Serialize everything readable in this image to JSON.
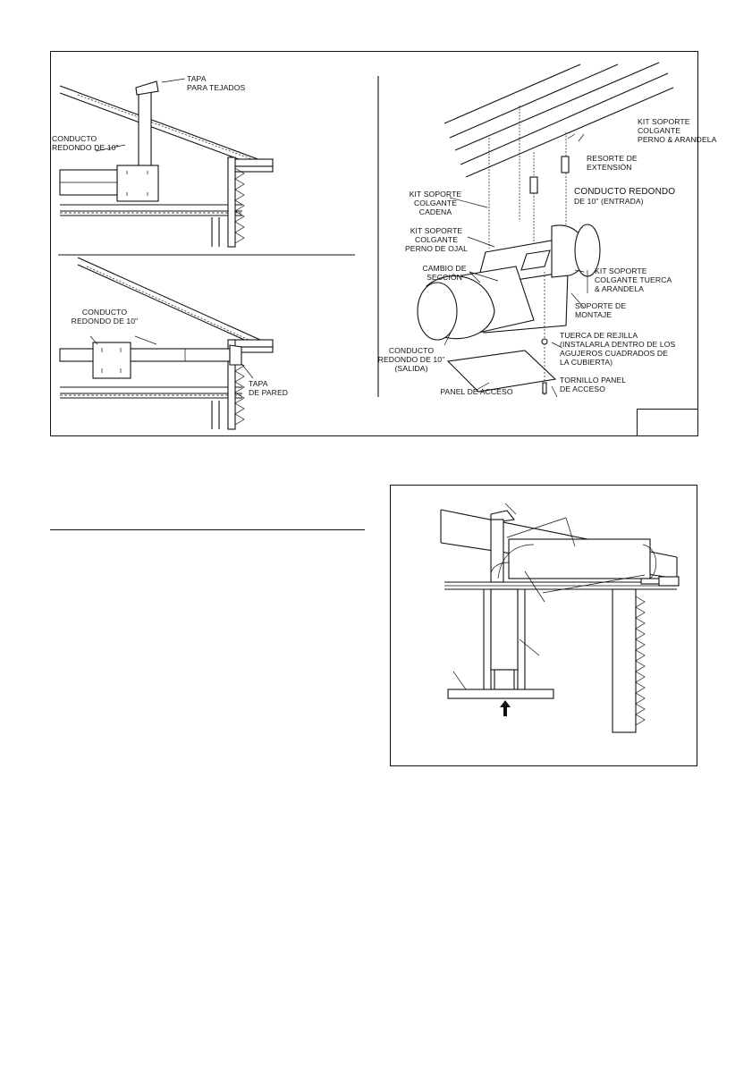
{
  "figure_top": {
    "roof_cap_label": [
      "TAPA",
      "PARA TEJADOS"
    ],
    "duct_label_top": [
      "CONDUCTO",
      "REDONDO DE 10\""
    ],
    "duct_label_bottom": [
      "CONDUCTO",
      "REDONDO DE 10\""
    ],
    "wall_cap_label": [
      "TAPA",
      "DE PARED"
    ],
    "hanger_bolt_washer": [
      "KIT SOPORTE",
      "COLGANTE",
      "PERNO & ARANDELA"
    ],
    "extension_spring": [
      "RESORTE DE",
      "EXTENSIÓN"
    ],
    "chain_kit": [
      "KIT SOPORTE",
      "COLGANTE",
      "CADENA"
    ],
    "inlet_duct": [
      "CONDUCTO REDONDO",
      "DE 10\" (ENTRADA)"
    ],
    "eyelet_kit": [
      "KIT SOPORTE",
      "COLGANTE",
      "PERNO DE OJAL"
    ],
    "transition": [
      "CAMBIO DE",
      "SECCIÓN"
    ],
    "nut_washer_kit": [
      "KIT SOPORTE",
      "COLGANTE TUERCA",
      "& ARANDELA"
    ],
    "mounting_bracket": [
      "SOPORTE DE",
      "MONTAJE"
    ],
    "grille_nut": [
      "TUERCA DE REJILLA",
      "(INSTALARLA DENTRO DE LOS",
      "AGUJEROS CUADRADOS DE",
      "LA CUBIERTA)"
    ],
    "outlet_duct": [
      "CONDUCTO",
      "REDONDO DE 10\"",
      "(SALIDA)"
    ],
    "access_panel": "PANEL DE ACCESO",
    "access_panel_screw": [
      "TORNILLO PANEL",
      "DE ACCESO"
    ]
  }
}
